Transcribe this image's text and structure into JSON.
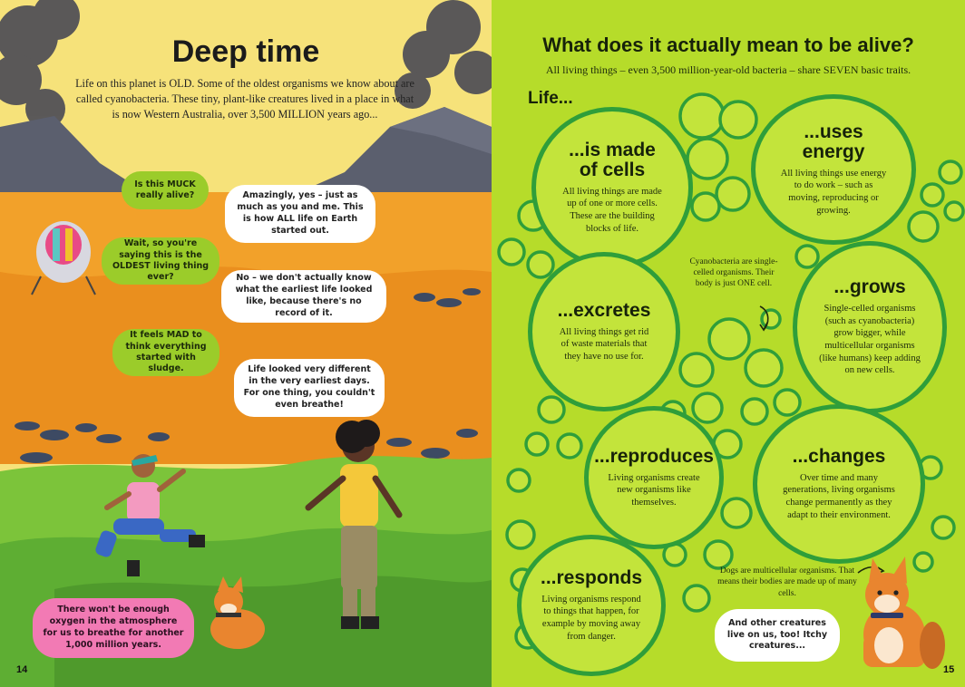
{
  "left_page": {
    "title": "Deep time",
    "intro": "Life on this planet is OLD. Some of the oldest organisms we know about are called cyanobacteria. These tiny, plant-like creatures lived in a place in what is now Western Australia, over 3,500 MILLION years ago...",
    "bubbles": {
      "muck": "Is this MUCK really alive?",
      "oldest": "Wait, so you're saying this is the OLDEST living thing ever?",
      "mad": "It feels MAD to think everything started with sludge.",
      "amazingly": "Amazingly, yes – just as much as you and me. This is how ALL life on Earth started out.",
      "no_record": "No – we don't actually know what the earliest life looked like, because there's no record of it.",
      "breathe": "Life looked very different in the very earliest days. For one thing, you couldn't even breathe!",
      "oxygen": "There won't be enough oxygen in the atmosphere for us to breathe for another 1,000 million years."
    },
    "page_number": "14",
    "colors": {
      "sky": "#f6e27a",
      "ground": "#f2a12a",
      "grass": "#7cc43a",
      "bubble_green": "#9bcc2a",
      "bubble_pink": "#f27ab4"
    }
  },
  "right_page": {
    "title": "What does it actually mean to be alive?",
    "subtitle": "All living things – even 3,500 million-year-old bacteria – share SEVEN basic traits.",
    "life_label": "Life...",
    "traits": {
      "cells": {
        "heading": "...is made of cells",
        "body": "All living things are made up of one or more cells. These are the building blocks of life."
      },
      "energy": {
        "heading": "...uses energy",
        "body": "All living things use energy to do work – such as moving, reproducing or growing."
      },
      "excretes": {
        "heading": "...excretes",
        "body": "All living things get rid of waste materials that they have no use for."
      },
      "grows": {
        "heading": "...grows",
        "body": "Single-celled organisms (such as cyanobacteria) grow bigger, while multicellular organisms (like humans) keep adding on new cells."
      },
      "reproduces": {
        "heading": "...reproduces",
        "body": "Living organisms create new organisms like themselves."
      },
      "changes": {
        "heading": "...changes",
        "body": "Over time and many generations, living organisms change permanently as they adapt to their environment."
      },
      "responds": {
        "heading": "...responds",
        "body": "Living organisms respond to things that happen, for example by moving away from danger."
      }
    },
    "cyanobacteria_note": "Cyanobacteria are single-celled organisms. Their body is just ONE cell.",
    "dogs_note": "Dogs are multicellular organisms. That means their bodies are made up of many cells.",
    "creatures_bubble": "And other creatures live on us, too! Itchy creatures...",
    "page_number": "15",
    "colors": {
      "background": "#b6dc2a",
      "circle_outline": "#2f9e3a"
    }
  }
}
